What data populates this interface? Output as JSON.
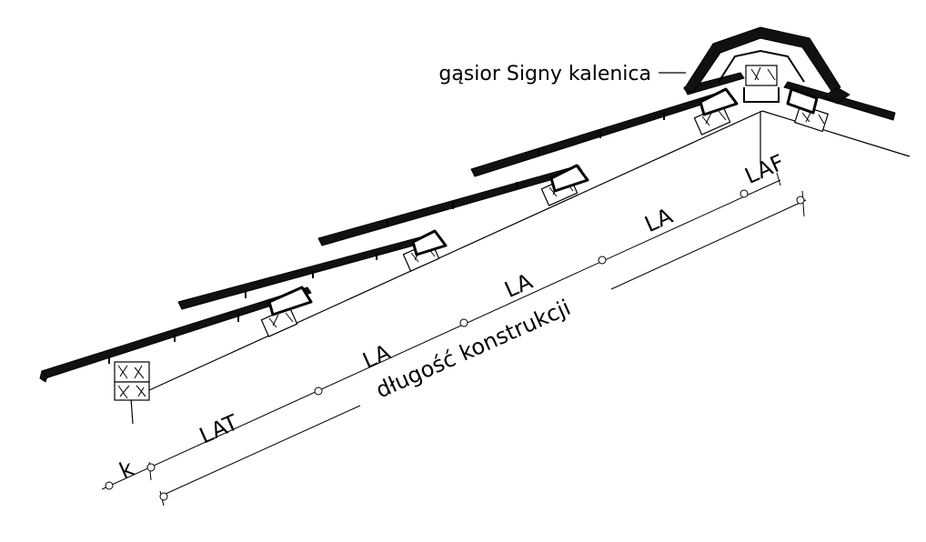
{
  "diagram": {
    "ridge_label": "gąsior Signy kalenica",
    "dim_k": "k",
    "dim_lat": "LAT",
    "dim_la_1": "LA",
    "dim_la_2": "LA",
    "dim_la_3": "LA",
    "dim_laf": "LAF",
    "construction_length": "długość konstrukcji"
  },
  "colors": {
    "ink": "#000000",
    "background": "#ffffff"
  }
}
